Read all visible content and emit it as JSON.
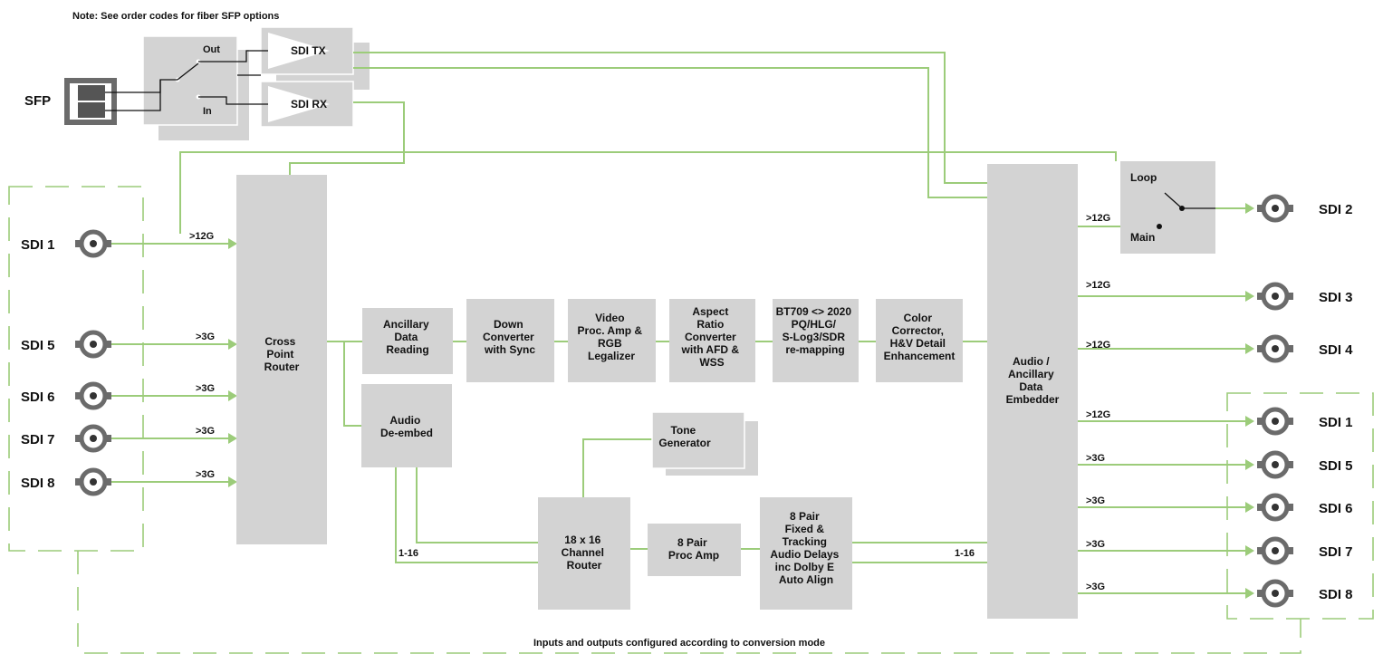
{
  "colors": {
    "line": "#9ccc7a",
    "box": "#d3d3d3",
    "connector": "#6b6b6b"
  },
  "note": "Note:  See order codes for fiber SFP options",
  "footer": "Inputs and outputs configured according to conversion mode",
  "sfp": {
    "label": "SFP",
    "out": "Out",
    "in": "In",
    "tx": "SDI TX",
    "rx": "SDI RX"
  },
  "inputs": {
    "sdi1": "SDI 1",
    "sdi5": "SDI 5",
    "sdi6": "SDI 6",
    "sdi7": "SDI 7",
    "sdi8": "SDI 8",
    "rate_12g": ">12G",
    "rate_3g": ">3G"
  },
  "blocks": {
    "cross_point": [
      "Cross",
      "Point",
      "Router"
    ],
    "anc_read": [
      "Ancillary",
      "Data",
      "Reading"
    ],
    "down_conv": [
      "Down",
      "Converter",
      "with Sync"
    ],
    "proc_amp": [
      "Video",
      "Proc. Amp &",
      "RGB",
      "Legalizer"
    ],
    "aspect": [
      "Aspect",
      "Ratio",
      "Converter",
      "with AFD &",
      "WSS"
    ],
    "bt709": [
      "BT709 <> 2020",
      "",
      "PQ/HLG/",
      "S-Log3/SDR",
      "re-mapping"
    ],
    "color_corr": [
      "Color",
      "Corrector,",
      "H&V Detail",
      "Enhancement"
    ],
    "embedder": [
      "Audio /",
      "Ancillary",
      "Data",
      "Embedder"
    ],
    "audio_deembed": [
      "Audio",
      "De-embed"
    ],
    "tone_gen": [
      "Tone",
      "Generator"
    ],
    "channel_router": [
      "18 x 16",
      "Channel",
      "Router"
    ],
    "audio_proc": [
      "8 Pair",
      "Proc Amp"
    ],
    "delays": [
      "8 Pair",
      "Fixed &",
      "Tracking",
      "Audio Delays",
      "inc Dolby E",
      "Auto Align"
    ],
    "loop_switch": {
      "loop": "Loop",
      "main": "Main"
    }
  },
  "audio_labels": {
    "left": "1-16",
    "right": "1-16"
  },
  "outputs": {
    "sdi2": "SDI 2",
    "sdi3": "SDI 3",
    "sdi4": "SDI 4",
    "sdi1": "SDI 1",
    "sdi5": "SDI 5",
    "sdi6": "SDI 6",
    "sdi7": "SDI 7",
    "sdi8": "SDI 8",
    "rate_12g": ">12G",
    "rate_3g": ">3G"
  }
}
